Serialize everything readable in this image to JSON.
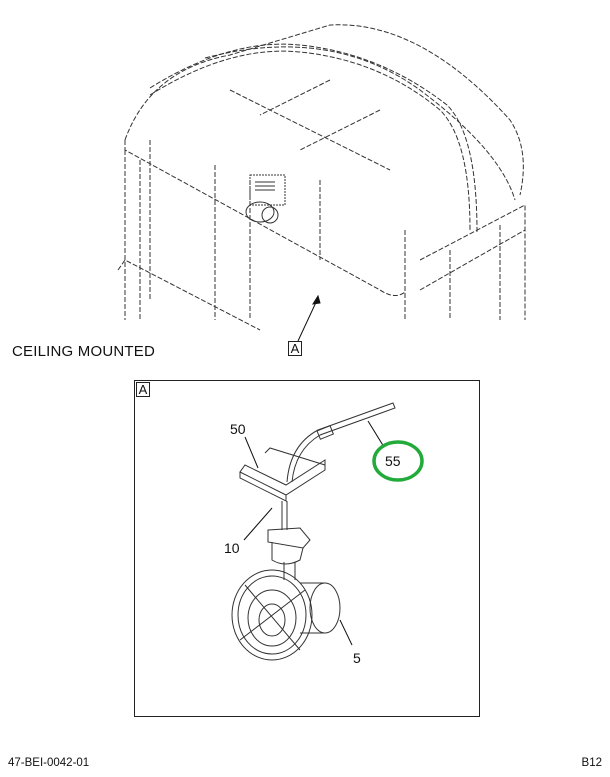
{
  "overview": {
    "callout_letter": "A"
  },
  "caption": "CEILING MOUNTED",
  "detail": {
    "letter": "A",
    "parts": [
      {
        "number": "50",
        "description_hint": "bracket"
      },
      {
        "number": "55",
        "description_hint": "cable",
        "highlighted": true
      },
      {
        "number": "10",
        "description_hint": "mount post"
      },
      {
        "number": "5",
        "description_hint": "fan"
      }
    ],
    "highlight_color": "#22aa3a"
  },
  "footer": {
    "illustration_id": "47-BEI-0042-01",
    "page_ref": "B12"
  }
}
